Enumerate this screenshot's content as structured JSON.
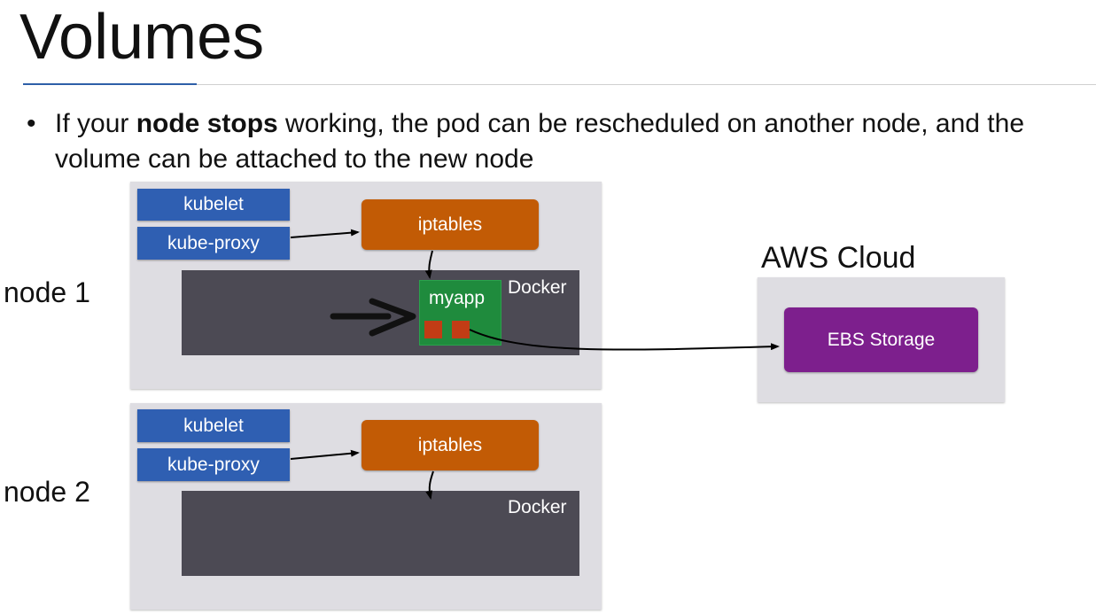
{
  "slide": {
    "title": "Volumes",
    "bullet": {
      "marker": "•",
      "prefix": "If your ",
      "bold": "node stops",
      "suffix": " working, the pod can be rescheduled on another node, and the volume can be attached to the new node"
    }
  },
  "nodes": [
    {
      "label": "node 1",
      "kubelet": "kubelet",
      "kube_proxy": "kube-proxy",
      "iptables": "iptables",
      "docker": "Docker",
      "pod": "myapp"
    },
    {
      "label": "node 2",
      "kubelet": "kubelet",
      "kube_proxy": "kube-proxy",
      "iptables": "iptables",
      "docker": "Docker"
    }
  ],
  "cloud": {
    "label": "AWS Cloud",
    "storage": "EBS Storage"
  },
  "colors": {
    "panel": "#dedde2",
    "blue": "#2f5fb2",
    "orange": "#c25b05",
    "docker": "#4c4a54",
    "pod": "#1f8b3d",
    "volume": "#c23c15",
    "storage": "#7d1f8d",
    "accent_rule": "#2e5fa8"
  }
}
